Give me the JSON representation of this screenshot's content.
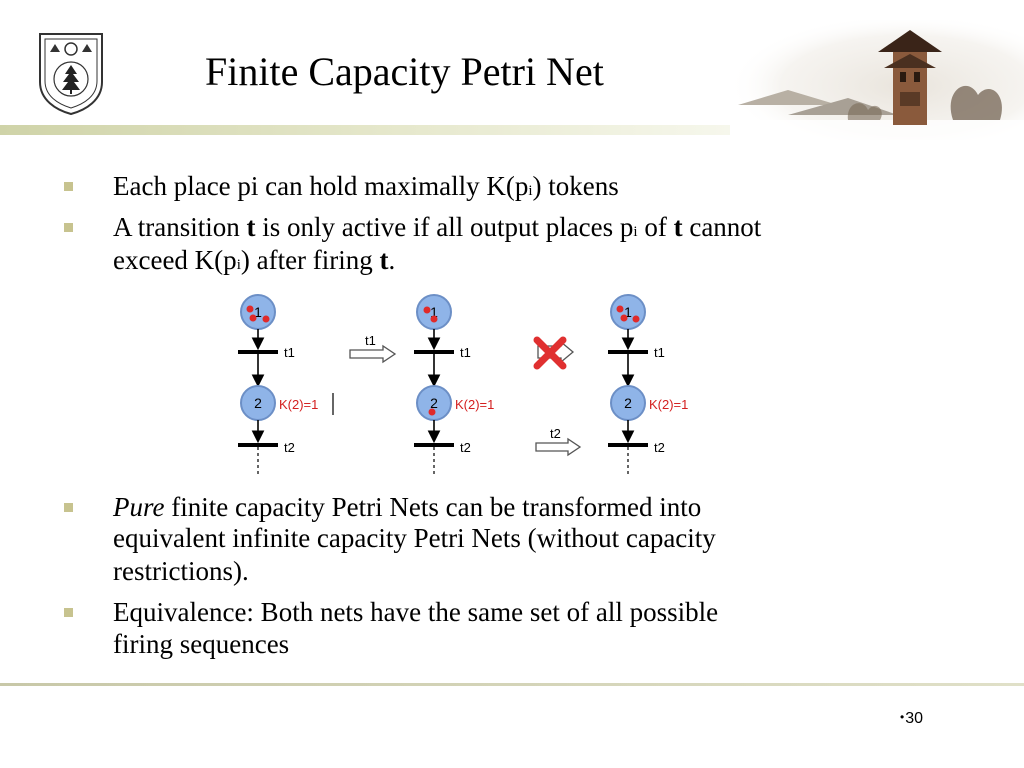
{
  "header": {
    "title": "Finite Capacity Petri Net"
  },
  "bullets": [
    {
      "text": "Each place pi can hold maximally K(p",
      "sub": "i",
      "tail": ") tokens"
    },
    {
      "t1": "A transition ",
      "b1": "t",
      "t2": " is only active if all output places p",
      "sub1": "i",
      "t3": " of ",
      "b2": "t",
      "t4": " cannot",
      "line2a": "exceed K(p",
      "sub2": "i",
      "line2b": ") after firing ",
      "b3": "t",
      "line2c": "."
    },
    {
      "italic": "Pure",
      "line1": " finite capacity Petri Nets can be transformed into",
      "line2": "equivalent infinite capacity Petri Nets (without capacity",
      "line3": "restrictions)."
    },
    {
      "line1": "Equivalence: Both nets have the same set of all possible",
      "line2": "firing sequences"
    }
  ],
  "diagram": {
    "place1_label": "1",
    "place2_label": "2",
    "t1_label": "t1",
    "t2_label": "t2",
    "capacity_label": "K(2)=1",
    "arrow_t1_label": "t1",
    "arrow_t2_label": "t2"
  },
  "footer": {
    "page_number": "30",
    "dot": "•"
  },
  "colors": {
    "place_fill": "#8fb4e8",
    "place_stroke": "#6c8fc6",
    "token": "#e02a2a",
    "capacity_text": "#d42020",
    "cross": "#e03030",
    "bullet": "#c7c38f",
    "title_bar": "#d9dbb8"
  }
}
